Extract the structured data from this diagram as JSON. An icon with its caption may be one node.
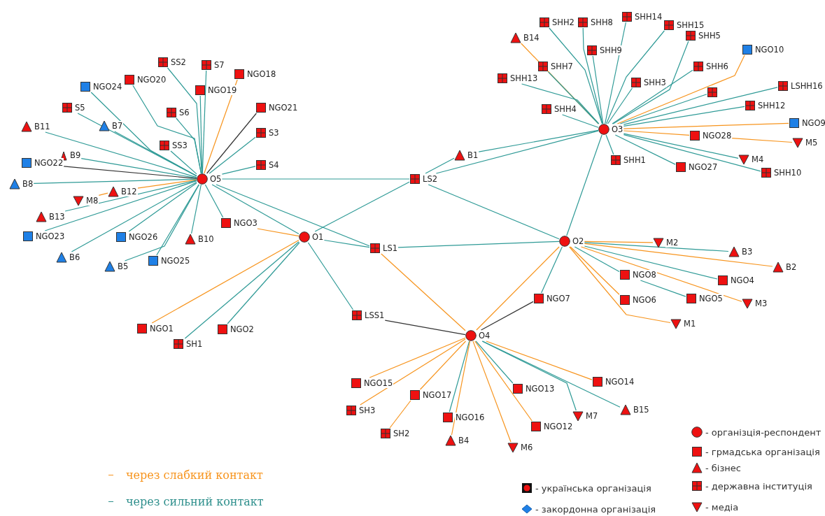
{
  "diagram": {
    "nodes": [
      {
        "text": [
          "O5"
        ]
      },
      {
        "text": [
          "O1"
        ]
      },
      {
        "text": [
          "LS2"
        ]
      },
      {
        "text": [
          "LS1"
        ]
      },
      {
        "text": [
          "O3"
        ]
      },
      {
        "text": [
          "O2"
        ]
      },
      {
        "text": [
          "O4"
        ]
      },
      {
        "text": [
          "LSS1"
        ]
      },
      {
        "text": [
          "SS2"
        ]
      },
      {
        "text": [
          "S7"
        ]
      },
      {
        "text": [
          "NGO18"
        ]
      },
      {
        "text": [
          "NGO20"
        ]
      },
      {
        "text": [
          "NGO19"
        ]
      },
      {
        "text": [
          "NGO24"
        ]
      },
      {
        "text": [
          "NGO21"
        ]
      },
      {
        "text": [
          "S5"
        ]
      },
      {
        "text": [
          "S6"
        ]
      },
      {
        "text": [
          "B11"
        ]
      },
      {
        "text": [
          "B7"
        ]
      },
      {
        "text": [
          "S3"
        ]
      },
      {
        "text": [
          "SS3"
        ]
      },
      {
        "text": [
          "B9"
        ]
      },
      {
        "text": [
          "NGO22"
        ]
      },
      {
        "text": [
          "S4"
        ]
      },
      {
        "text": [
          "B8"
        ]
      },
      {
        "text": [
          "B12"
        ]
      },
      {
        "text": [
          "M8"
        ]
      },
      {
        "text": [
          "B13"
        ]
      },
      {
        "text": [
          "NGO3"
        ]
      },
      {
        "text": [
          "NGO23"
        ]
      },
      {
        "text": [
          "NGO26"
        ]
      },
      {
        "text": [
          "B10"
        ]
      },
      {
        "text": [
          "B6"
        ]
      },
      {
        "text": [
          "NGO25"
        ]
      },
      {
        "text": [
          "B5"
        ]
      },
      {
        "text": [
          "NGO1"
        ]
      },
      {
        "text": [
          "NGO2"
        ]
      },
      {
        "text": [
          "SH1"
        ]
      },
      {
        "text": [
          "B1"
        ]
      },
      {
        "text": [
          "SHH2"
        ]
      },
      {
        "text": [
          "SHH8"
        ]
      },
      {
        "text": [
          "SHH14"
        ]
      },
      {
        "text": [
          "SHH15"
        ]
      },
      {
        "text": [
          "B14"
        ]
      },
      {
        "text": [
          "SHH5"
        ]
      },
      {
        "text": [
          "SHH9"
        ]
      },
      {
        "text": [
          "NGO10"
        ]
      },
      {
        "text": [
          "SHH7"
        ]
      },
      {
        "text": [
          "SHH6"
        ]
      },
      {
        "text": [
          "SHH13"
        ]
      },
      {
        "text": [
          "SHH3"
        ]
      },
      {
        "text": [
          "LSHH16"
        ]
      },
      {
        "text": [],
        "shape": "box"
      },
      {
        "text": [
          "SHH12"
        ]
      },
      {
        "text": [
          "SHH4"
        ]
      },
      {
        "text": [
          "NGO9"
        ]
      },
      {
        "text": [
          "NGO28"
        ]
      },
      {
        "text": [
          "M5"
        ]
      },
      {
        "text": [
          "SHH1"
        ]
      },
      {
        "text": [
          "M4"
        ]
      },
      {
        "text": [
          "NGO27"
        ]
      },
      {
        "text": [
          "SHH10"
        ]
      },
      {
        "text": [
          "M2"
        ]
      },
      {
        "text": [
          "B3"
        ]
      },
      {
        "text": [
          "B2"
        ]
      },
      {
        "text": [
          "NGO8"
        ]
      },
      {
        "text": [
          "NGO4"
        ]
      },
      {
        "text": [
          "NGO7"
        ]
      },
      {
        "text": [
          "NGO5"
        ]
      },
      {
        "text": [
          "NGO6"
        ]
      },
      {
        "text": [
          "M3"
        ]
      },
      {
        "text": [
          "M1"
        ]
      },
      {
        "text": [
          "NGO14"
        ]
      },
      {
        "text": [
          "NGO15"
        ]
      },
      {
        "text": [
          "NGO13"
        ]
      },
      {
        "text": [
          "NGO17"
        ]
      },
      {
        "text": [
          "SH3"
        ]
      },
      {
        "text": [
          "B15"
        ]
      },
      {
        "text": [
          "M7"
        ]
      },
      {
        "text": [
          "NGO16"
        ]
      },
      {
        "text": [
          "NGO12"
        ]
      },
      {
        "text": [
          "SH2"
        ]
      },
      {
        "text": [
          "B4"
        ]
      },
      {
        "text": [
          "M6"
        ]
      }
    ],
    "edges": [
      {
        "from": 0,
        "to": 8,
        "arrow": "none"
      },
      {
        "from": 0,
        "to": 9,
        "arrow": "none"
      },
      {
        "from": 0,
        "to": 10,
        "arrow": "none",
        "color": "#f7941d"
      },
      {
        "from": 0,
        "to": 11,
        "arrow": "none"
      },
      {
        "from": 0,
        "to": 12,
        "arrow": "none"
      },
      {
        "from": 0,
        "to": 13,
        "arrow": "none"
      },
      {
        "from": 0,
        "to": 14,
        "arrow": "none",
        "color": "#333333"
      },
      {
        "from": 0,
        "to": 15,
        "arrow": "none"
      },
      {
        "from": 0,
        "to": 16,
        "arrow": "none"
      },
      {
        "from": 0,
        "to": 17,
        "arrow": "none"
      },
      {
        "from": 0,
        "to": 18,
        "arrow": "none"
      },
      {
        "from": 0,
        "to": 19,
        "arrow": "none"
      },
      {
        "from": 0,
        "to": 20,
        "arrow": "none"
      },
      {
        "from": 0,
        "to": 21,
        "arrow": "none"
      },
      {
        "from": 0,
        "to": 22,
        "arrow": "none",
        "color": "#333333"
      },
      {
        "from": 0,
        "to": 23,
        "arrow": "none"
      },
      {
        "from": 0,
        "to": 24,
        "arrow": "none"
      },
      {
        "from": 0,
        "to": 25,
        "arrow": "none",
        "color": "#f7941d"
      },
      {
        "from": 26,
        "to": 25,
        "arrow": "none",
        "color": "#f7941d"
      },
      {
        "from": 0,
        "to": 27,
        "arrow": "none"
      },
      {
        "from": 0,
        "to": 28,
        "arrow": "none"
      },
      {
        "from": 0,
        "to": 29,
        "arrow": "none"
      },
      {
        "from": 0,
        "to": 30,
        "arrow": "none"
      },
      {
        "from": 0,
        "to": 31,
        "arrow": "none"
      },
      {
        "from": 0,
        "to": 32,
        "arrow": "none"
      },
      {
        "from": 0,
        "to": 33,
        "arrow": "none"
      },
      {
        "from": 0,
        "to": 34,
        "arrow": "none"
      },
      {
        "from": 0,
        "to": 1,
        "arrow": "none"
      },
      {
        "from": 0,
        "to": 2,
        "arrow": "none"
      },
      {
        "from": 0,
        "to": 3,
        "arrow": "none"
      },
      {
        "from": 1,
        "to": 28,
        "arrow": "none",
        "color": "#f7941d"
      },
      {
        "from": 1,
        "to": 35,
        "arrow": "none",
        "color": "#f7941d"
      },
      {
        "from": 1,
        "to": 36,
        "arrow": "none"
      },
      {
        "from": 1,
        "to": 37,
        "arrow": "none"
      },
      {
        "from": 1,
        "to": 2,
        "arrow": "none"
      },
      {
        "from": 1,
        "to": 3,
        "arrow": "none"
      },
      {
        "from": 1,
        "to": 7,
        "arrow": "none"
      },
      {
        "from": 2,
        "to": 38,
        "arrow": "none"
      },
      {
        "from": 2,
        "to": 4,
        "arrow": "none"
      },
      {
        "from": 2,
        "to": 5,
        "arrow": "none"
      },
      {
        "from": 38,
        "to": 4,
        "arrow": "none"
      },
      {
        "from": 3,
        "to": 5,
        "arrow": "none"
      },
      {
        "from": 3,
        "to": 6,
        "arrow": "none",
        "color": "#f7941d"
      },
      {
        "from": 7,
        "to": 6,
        "arrow": "none",
        "color": "#333333"
      },
      {
        "from": 4,
        "to": 39,
        "arrow": "none"
      },
      {
        "from": 4,
        "to": 40,
        "arrow": "none"
      },
      {
        "from": 4,
        "to": 41,
        "arrow": "none"
      },
      {
        "from": 4,
        "to": 42,
        "arrow": "none"
      },
      {
        "from": 4,
        "to": 43,
        "arrow": "none",
        "color": "#f7941d"
      },
      {
        "from": 4,
        "to": 44,
        "arrow": "none"
      },
      {
        "from": 4,
        "to": 45,
        "arrow": "none"
      },
      {
        "from": 4,
        "to": 46,
        "arrow": "none",
        "color": "#f7941d"
      },
      {
        "from": 4,
        "to": 47,
        "arrow": "none"
      },
      {
        "from": 4,
        "to": 48,
        "arrow": "none"
      },
      {
        "from": 4,
        "to": 49,
        "arrow": "none"
      },
      {
        "from": 4,
        "to": 50,
        "arrow": "none"
      },
      {
        "from": 4,
        "to": 51,
        "arrow": "none"
      },
      {
        "from": 4,
        "to": 52,
        "arrow": "none"
      },
      {
        "from": 4,
        "to": 53,
        "arrow": "none"
      },
      {
        "from": 4,
        "to": 54,
        "arrow": "none"
      },
      {
        "from": 4,
        "to": 55,
        "arrow": "none",
        "color": "#f7941d"
      },
      {
        "from": 4,
        "to": 56,
        "arrow": "none",
        "color": "#f7941d"
      },
      {
        "from": 56,
        "to": 57,
        "arrow": "none",
        "color": "#f7941d"
      },
      {
        "from": 4,
        "to": 58,
        "arrow": "none"
      },
      {
        "from": 4,
        "to": 59,
        "arrow": "none"
      },
      {
        "from": 4,
        "to": 60,
        "arrow": "none"
      },
      {
        "from": 4,
        "to": 61,
        "arrow": "none"
      },
      {
        "from": 4,
        "to": 5,
        "arrow": "none"
      },
      {
        "from": 5,
        "to": 62,
        "arrow": "none",
        "color": "#f7941d"
      },
      {
        "from": 5,
        "to": 63,
        "arrow": "none"
      },
      {
        "from": 5,
        "to": 64,
        "arrow": "none",
        "color": "#f7941d"
      },
      {
        "from": 5,
        "to": 65,
        "arrow": "none"
      },
      {
        "from": 5,
        "to": 66,
        "arrow": "none"
      },
      {
        "from": 5,
        "to": 67,
        "arrow": "none"
      },
      {
        "from": 5,
        "to": 69,
        "arrow": "none",
        "color": "#f7941d"
      },
      {
        "from": 5,
        "to": 70,
        "arrow": "none",
        "color": "#f7941d"
      },
      {
        "from": 5,
        "to": 71,
        "arrow": "none",
        "color": "#f7941d"
      },
      {
        "from": 65,
        "to": 68,
        "arrow": "none"
      },
      {
        "from": 5,
        "to": 6,
        "arrow": "none",
        "color": "#f7941d"
      },
      {
        "from": 6,
        "to": 67,
        "arrow": "none",
        "color": "#333333"
      },
      {
        "from": 6,
        "to": 72,
        "arrow": "none",
        "color": "#f7941d"
      },
      {
        "from": 6,
        "to": 73,
        "arrow": "none",
        "color": "#f7941d"
      },
      {
        "from": 6,
        "to": 74,
        "arrow": "none"
      },
      {
        "from": 6,
        "to": 75,
        "arrow": "none",
        "color": "#f7941d"
      },
      {
        "from": 6,
        "to": 76,
        "arrow": "none",
        "color": "#f7941d"
      },
      {
        "from": 6,
        "to": 77,
        "arrow": "none"
      },
      {
        "from": 6,
        "to": 78,
        "arrow": "none"
      },
      {
        "from": 6,
        "to": 79,
        "arrow": "none"
      },
      {
        "from": 6,
        "to": 80,
        "arrow": "none",
        "color": "#f7941d"
      },
      {
        "from": 75,
        "to": 81,
        "arrow": "none",
        "color": "#f7941d"
      },
      {
        "from": 6,
        "to": 82,
        "arrow": "none",
        "color": "#f7941d"
      },
      {
        "from": 6,
        "to": 83,
        "arrow": "none",
        "color": "#f7941d"
      }
    ],
    "legend": [
      {
        "text": "- організція-респондент"
      },
      {
        "text": "- грмадська організація"
      },
      {
        "text": "- бізнес"
      },
      {
        "text": "через слабкий контакт",
        "color": "#f7941d"
      },
      {
        "text": "- українська організація"
      },
      {
        "text": "- державна інституція"
      },
      {
        "text": "через сильний контакт",
        "color": "#2e8f8c"
      },
      {
        "text": "- закордонна організація"
      },
      {
        "text": "- медіа"
      }
    ]
  }
}
